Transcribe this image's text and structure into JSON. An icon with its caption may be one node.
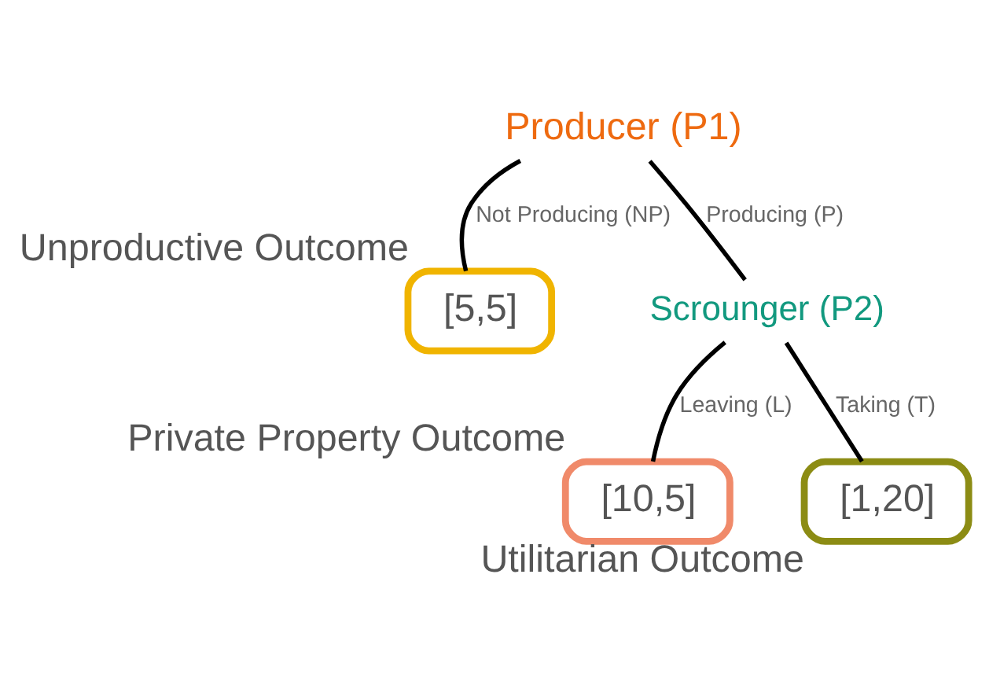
{
  "diagram": {
    "nodes": [
      {
        "text": [
          "Producer (P1)"
        ]
      },
      {
        "text": [
          "Scrounger (P2)"
        ]
      },
      {
        "text": [
          "[5,5]"
        ],
        "beside": [
          "Unproductive Outcome"
        ]
      },
      {
        "text": [
          "[10,5]"
        ],
        "beside": [
          "Private Property Outcome"
        ]
      },
      {
        "text": [
          "[1,20]"
        ],
        "beside": [
          "Utilitarian Outcome"
        ]
      }
    ],
    "edges": [
      {
        "from": 0,
        "to": 2,
        "arrow": "none",
        "label": "Not Producing (NP)"
      },
      {
        "from": 0,
        "to": 1,
        "arrow": "none",
        "label": "Producing (P)"
      },
      {
        "from": 1,
        "to": 3,
        "arrow": "none",
        "label": "Leaving (L)"
      },
      {
        "from": 1,
        "to": 4,
        "arrow": "none",
        "label": "Taking (T)"
      }
    ]
  }
}
